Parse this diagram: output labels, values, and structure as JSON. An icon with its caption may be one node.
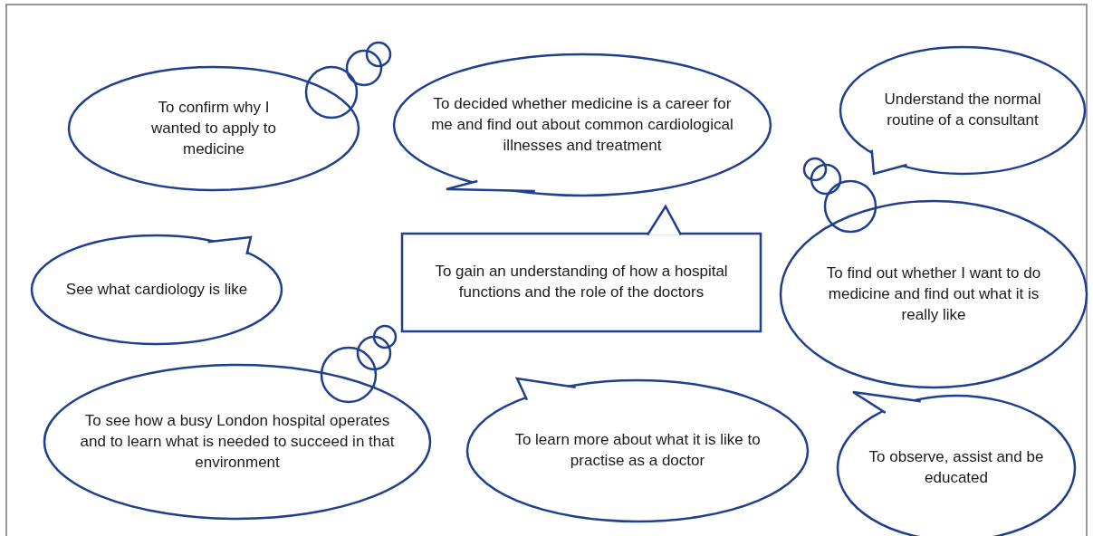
{
  "diagram": {
    "nodes": [
      {
        "text": [
          "To confirm why I wanted to apply to medicine"
        ]
      },
      {
        "text": [
          "To decided whether medicine is a career for me and find out about common cardiological illnesses and treatment"
        ]
      },
      {
        "text": [
          "Understand the normal routine of a consultant"
        ]
      },
      {
        "text": [
          "See what cardiology is like"
        ]
      },
      {
        "text": [
          "To gain an understanding of how a hospital functions and the role of the doctors"
        ]
      },
      {
        "text": [
          "To find out whether I want to do medicine and find out what it is really like"
        ]
      },
      {
        "text": [
          "To see how a busy London hospital operates and to learn what is needed to succeed in that environment"
        ]
      },
      {
        "text": [
          "To learn more about what it is like to practise as a doctor"
        ]
      },
      {
        "text": [
          "To observe, assist and be educated"
        ]
      }
    ],
    "edges": []
  }
}
